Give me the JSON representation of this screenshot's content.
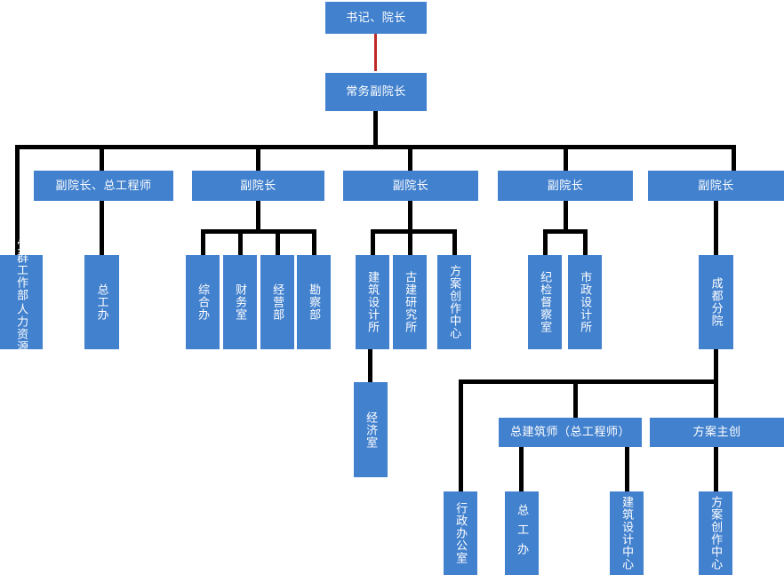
{
  "chart_meta": {
    "type": "org-chart",
    "title": "组织架构图",
    "box_color": "#4281CE",
    "text_color": "#FFFFFF",
    "connector_color": "#000000",
    "accent_connector_color": "#BE2B26",
    "background": "#FFFFFF"
  },
  "nodes": {
    "n_secretary_president": {
      "label": "书记、院长",
      "orientation": "horizontal",
      "level": 0
    },
    "n_exec_vice_president": {
      "label": "常务副院长",
      "orientation": "horizontal",
      "level": 1
    },
    "n_vp_chief_engineer": {
      "label": "副院长、总工程师",
      "orientation": "horizontal",
      "level": 2
    },
    "n_vp_2": {
      "label": "副院长",
      "orientation": "horizontal",
      "level": 2
    },
    "n_vp_3": {
      "label": "副院长",
      "orientation": "horizontal",
      "level": 2
    },
    "n_vp_4": {
      "label": "副院长",
      "orientation": "horizontal",
      "level": 2
    },
    "n_vp_5": {
      "label": "副院长",
      "orientation": "horizontal",
      "level": 2
    },
    "n_hr_party": {
      "label_primary": "人力资源部",
      "label_secondary": "党群工作部",
      "orientation": "vertical",
      "level": 3
    },
    "n_chief_engineer_office": {
      "label": "总工办",
      "orientation": "vertical",
      "level": 3
    },
    "n_general_office": {
      "label": "综合办",
      "orientation": "vertical",
      "level": 3
    },
    "n_finance_office": {
      "label": "财务室",
      "orientation": "vertical",
      "level": 3
    },
    "n_operations_dept": {
      "label": "经营部",
      "orientation": "vertical",
      "level": 3
    },
    "n_survey_dept": {
      "label": "勘察部",
      "orientation": "vertical",
      "level": 3
    },
    "n_arch_design_institute": {
      "label": "建筑设计所",
      "orientation": "vertical",
      "level": 3
    },
    "n_ancient_arch_institute": {
      "label": "古建研究所",
      "orientation": "vertical",
      "level": 3
    },
    "n_scheme_creation_center": {
      "label": "方案创作中心",
      "orientation": "vertical",
      "level": 3
    },
    "n_discipline_office": {
      "label": "纪检督察室",
      "orientation": "vertical",
      "level": 3
    },
    "n_municipal_design_institute": {
      "label": "市政设计所",
      "orientation": "vertical",
      "level": 3
    },
    "n_chengdu_branch": {
      "label": "成都分院",
      "orientation": "vertical",
      "level": 3
    },
    "n_economics_office": {
      "label": "经济室",
      "orientation": "vertical",
      "level": 4
    },
    "n_chief_architect": {
      "label": "总建筑师（总工程师）",
      "orientation": "horizontal",
      "level": 4
    },
    "n_scheme_lead": {
      "label": "方案主创",
      "orientation": "horizontal",
      "level": 4
    },
    "n_admin_office": {
      "label": "行政办公室",
      "orientation": "vertical",
      "level": 5
    },
    "n_chief_engineer_office_cd": {
      "label": "总工办",
      "orientation": "vertical",
      "level": 5,
      "spaced": true
    },
    "n_arch_design_center": {
      "label": "建筑设计中心",
      "orientation": "vertical",
      "level": 5
    },
    "n_scheme_creation_center_cd": {
      "label": "方案创作中心",
      "orientation": "vertical",
      "level": 5
    }
  }
}
